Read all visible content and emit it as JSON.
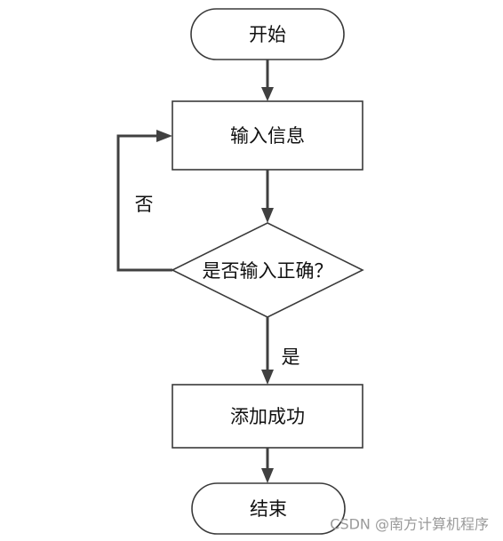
{
  "nodes": {
    "start": {
      "label": "开始"
    },
    "input": {
      "label": "输入信息"
    },
    "decision": {
      "label": "是否输入正确？"
    },
    "add": {
      "label": "添加成功"
    },
    "end": {
      "label": "结束"
    }
  },
  "edges": {
    "no_label": "否",
    "yes_label": "是"
  },
  "watermark": {
    "text": "CSDN @南方计算机程序"
  }
}
